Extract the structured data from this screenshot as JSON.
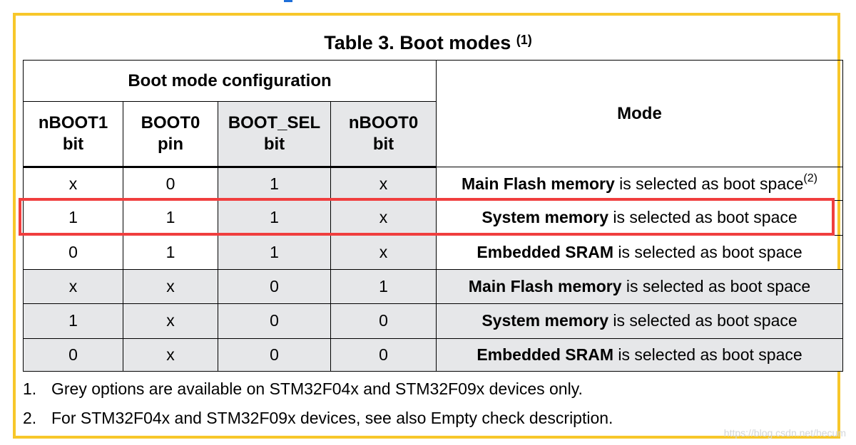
{
  "table": {
    "caption": "Table 3. Boot modes",
    "caption_note": "(1)",
    "group_header": "Boot mode configuration",
    "mode_header": "Mode",
    "columns": [
      {
        "line1": "nBOOT1",
        "line2": "bit",
        "grey": false
      },
      {
        "line1": "BOOT0",
        "line2": "pin",
        "grey": false
      },
      {
        "line1": "BOOT_SEL",
        "line2": "bit",
        "grey": true
      },
      {
        "line1": "nBOOT0",
        "line2": "bit",
        "grey": true
      }
    ],
    "rows": [
      {
        "cells": [
          "x",
          "0",
          "1",
          "x"
        ],
        "mode_bold": "Main Flash memory",
        "mode_rest": " is selected as boot space",
        "mode_note": "(2)",
        "grey": false,
        "highlighted": false
      },
      {
        "cells": [
          "1",
          "1",
          "1",
          "x"
        ],
        "mode_bold": "System memory",
        "mode_rest": " is selected as boot space",
        "mode_note": "",
        "grey": false,
        "highlighted": true
      },
      {
        "cells": [
          "0",
          "1",
          "1",
          "x"
        ],
        "mode_bold": "Embedded SRAM",
        "mode_rest": " is selected as boot space",
        "mode_note": "",
        "grey": false,
        "highlighted": false
      },
      {
        "cells": [
          "x",
          "x",
          "0",
          "1"
        ],
        "mode_bold": "Main Flash memory",
        "mode_rest": " is selected as boot space",
        "mode_note": "",
        "grey": true,
        "highlighted": false
      },
      {
        "cells": [
          "1",
          "x",
          "0",
          "0"
        ],
        "mode_bold": "System memory",
        "mode_rest": " is selected as boot space",
        "mode_note": "",
        "grey": true,
        "highlighted": false
      },
      {
        "cells": [
          "0",
          "x",
          "0",
          "0"
        ],
        "mode_bold": "Embedded SRAM",
        "mode_rest": " is selected as boot space",
        "mode_note": "",
        "grey": true,
        "highlighted": false
      }
    ]
  },
  "notes": [
    {
      "num": "1.",
      "text": "Grey options are available on STM32F04x and STM32F09x devices only."
    },
    {
      "num": "2.",
      "text": "For STM32F04x and STM32F09x devices, see also Empty check description."
    }
  ],
  "watermark": "https://blog.csdn.net/hecum",
  "colors": {
    "frame": "#f7c72a",
    "highlight": "#f03e3e",
    "grey_fill": "#e6e7e9"
  }
}
